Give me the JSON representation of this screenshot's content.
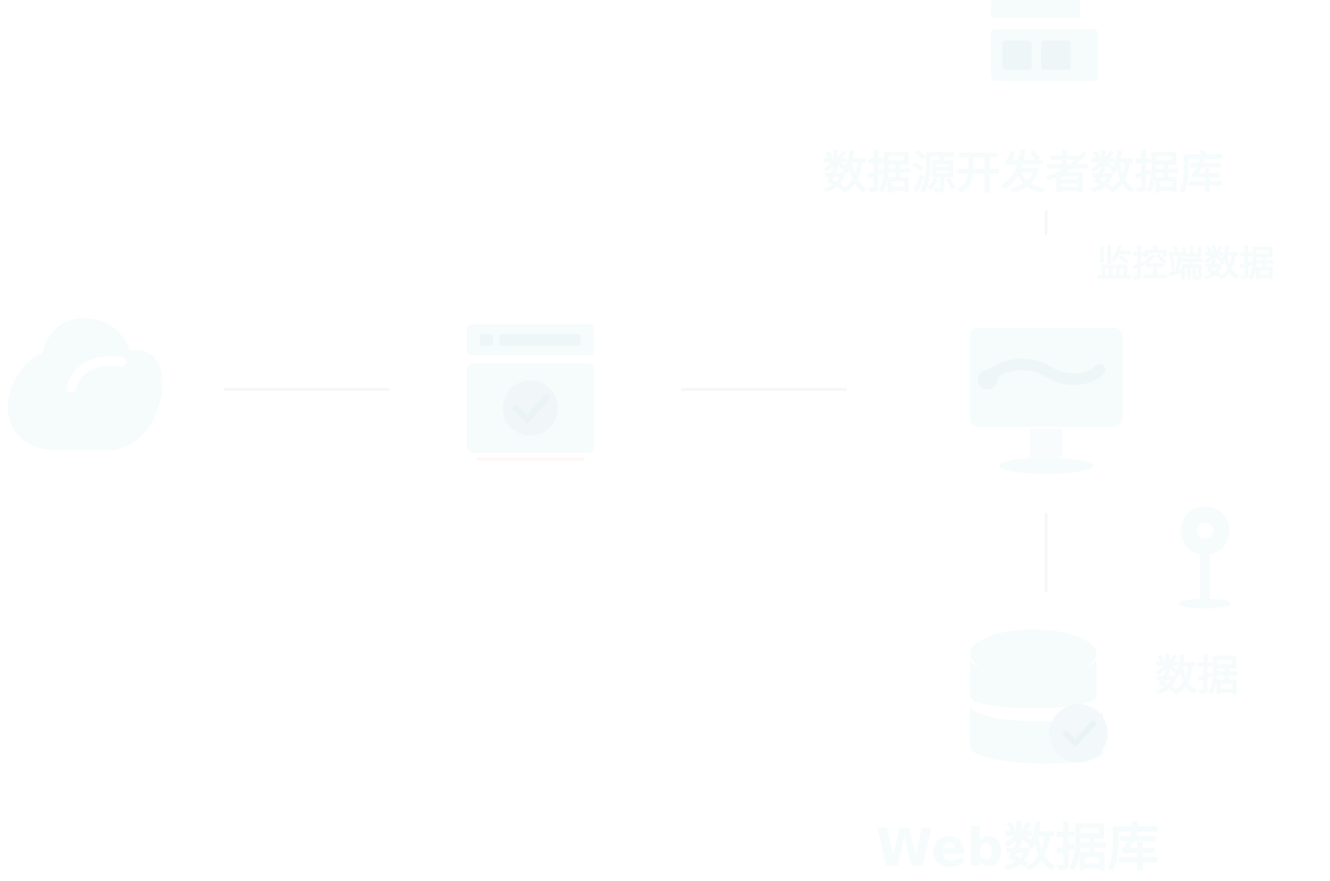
{
  "colors": {
    "ink": "#f6fbfc",
    "ink_soft": "#f7fafb",
    "line": "#f4f6f7",
    "accent_faint": "#fff6f6"
  },
  "nodes": {
    "cloud": {
      "icon": "cloud-icon"
    },
    "app_window": {
      "icon": "app-window-icon"
    },
    "monitor": {
      "icon": "monitor-icon"
    },
    "database": {
      "icon": "database-icon"
    },
    "pin": {
      "icon": "map-pin-icon"
    },
    "top_panel": {
      "icon": "panel-icon"
    }
  },
  "labels": {
    "main": "数据源开发者数据库",
    "sub": "监控端数据",
    "side": "数据",
    "bottom": "Web数据库"
  }
}
